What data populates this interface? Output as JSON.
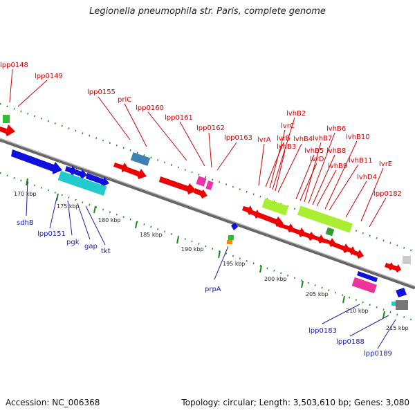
{
  "title": "Legionella pneumophila str. Paris, complete genome",
  "footer": {
    "accession": "Accession: NC_006368",
    "summary": "Topology: circular; Length: 3,503,610 bp; Genes: 3,080"
  },
  "colors": {
    "forward_gene": "#ee0000",
    "reverse_gene": "#1010dd",
    "backbone": "#808080",
    "tick": "#1a8a1a",
    "top_label": "#cc0000",
    "bottom_label": "#1a1aa8"
  },
  "ticks": [
    "170 kbp",
    "175 kbp",
    "180 kbp",
    "185 kbp",
    "190 kbp",
    "195 kbp",
    "200 kbp",
    "205 kbp",
    "210 kbp",
    "215 kbp"
  ],
  "labels_top": [
    "lpp0148",
    "lpp0149",
    "lpp0155",
    "prlC",
    "lpp0160",
    "lpp0161",
    "lpp0162",
    "lpp0163",
    "lvrA",
    "lvrB",
    "lvrC",
    "lvhB2",
    "lvhB3",
    "lvhB4",
    "lvhB5",
    "lvrD",
    "lvhB7",
    "lvhB6",
    "lvhB8",
    "lvhB9",
    "lvhB10",
    "lvhB11",
    "lvhD4",
    "lvrE",
    "lpp0182"
  ],
  "labels_bottom": [
    "sdhB",
    "lpp0151",
    "pgk",
    "gap",
    "tkt",
    "prpA",
    "lpp0183",
    "lpp0188",
    "lpp0189"
  ]
}
